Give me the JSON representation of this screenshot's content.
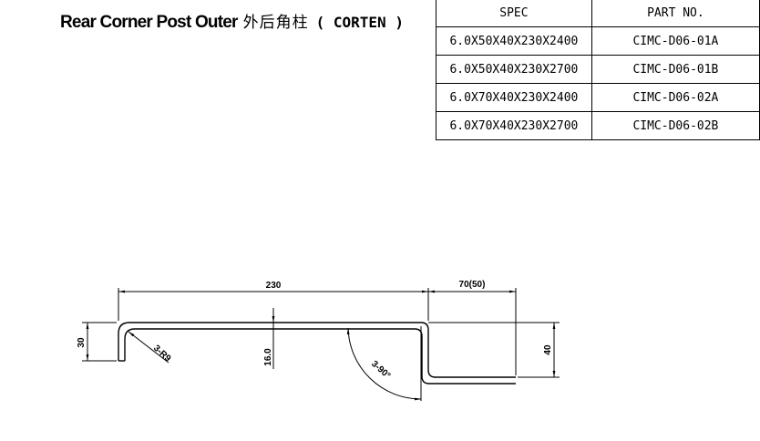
{
  "title": {
    "en": "Rear Corner Post Outer",
    "cn": "外后角柱",
    "material": "( CORTEN )"
  },
  "table": {
    "headers": [
      "SPEC",
      "PART NO."
    ],
    "rows": [
      {
        "spec": "6.0X50X40X230X2400",
        "part": "CIMC-D06-01A"
      },
      {
        "spec": "6.0X50X40X230X2700",
        "part": "CIMC-D06-01B"
      },
      {
        "spec": "6.0X70X40X230X2400",
        "part": "CIMC-D06-02A"
      },
      {
        "spec": "6.0X70X40X230X2700",
        "part": "CIMC-D06-02B"
      }
    ]
  },
  "dimensions": {
    "width_main": "230",
    "width_flange": "70(50)",
    "height_left": "30",
    "height_right": "40",
    "thickness": "16.0",
    "radius_left": "3-R9",
    "angle_right": "3-90°"
  }
}
